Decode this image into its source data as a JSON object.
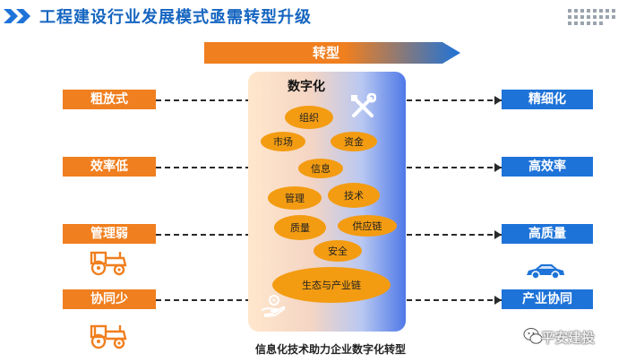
{
  "header": {
    "title": "工程建设行业发展模式亟需转型升级",
    "title_icon": "double-chevron-icon"
  },
  "banner": {
    "label": "转型"
  },
  "panel": {
    "title": "数字化",
    "blobs": [
      "组织",
      "市场",
      "资金",
      "信息",
      "管理",
      "技术",
      "质量",
      "供应链",
      "安全",
      "生态与产业链"
    ],
    "icons": [
      "wrench-screwdriver-icon",
      "hand-gear-icon"
    ]
  },
  "rows": [
    {
      "left": "粗放式",
      "right": "精细化"
    },
    {
      "left": "效率低",
      "right": "高效率"
    },
    {
      "left": "管理弱",
      "right": "高质量"
    },
    {
      "left": "协同少",
      "right": "产业协同"
    }
  ],
  "caption": "信息化技术助力企业数字化转型",
  "watermark": "平安建投",
  "colors": {
    "title": "#1565c0",
    "orange": "#f07f1f",
    "blue": "#1e73d8",
    "blob": "#f39c12"
  }
}
